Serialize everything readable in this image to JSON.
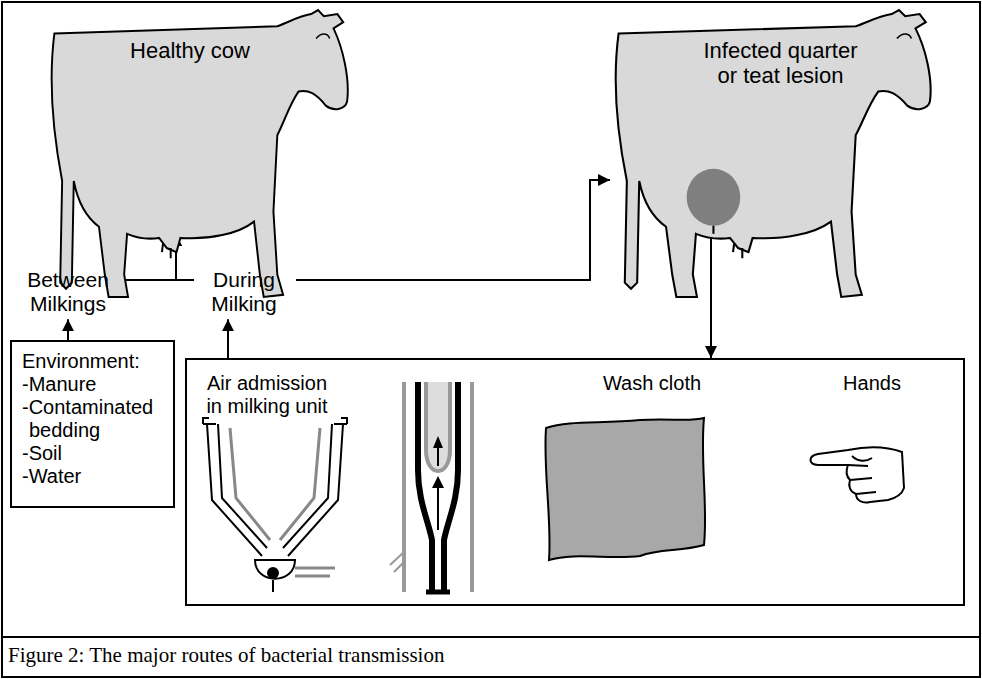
{
  "diagram": {
    "caption": "Figure 2: The major routes of bacterial transmission",
    "nodes": [
      {
        "text": [
          "Healthy cow"
        ]
      },
      {
        "text": [
          "Infected quarter or teat lesion"
        ]
      },
      {
        "text": [
          "Between Milkings"
        ]
      },
      {
        "text": [
          "During Milking"
        ]
      },
      {
        "text": [
          "Environment:",
          "-Manure",
          "-Contaminated bedding",
          "-Soil",
          "-Water"
        ]
      },
      {
        "text": [
          "Air admission in milking unit",
          "Wash cloth",
          "Hands"
        ]
      }
    ],
    "edges": [
      {
        "from": 4,
        "to": 2,
        "arrow": "to"
      },
      {
        "from": 5,
        "to": 3,
        "arrow": "to"
      },
      {
        "from": 2,
        "to": 0,
        "arrow": "to"
      },
      {
        "from": 3,
        "to": 0,
        "arrow": "to"
      },
      {
        "from": 3,
        "to": 1,
        "arrow": "to"
      },
      {
        "from": 1,
        "to": 5,
        "arrow": "to"
      }
    ]
  }
}
